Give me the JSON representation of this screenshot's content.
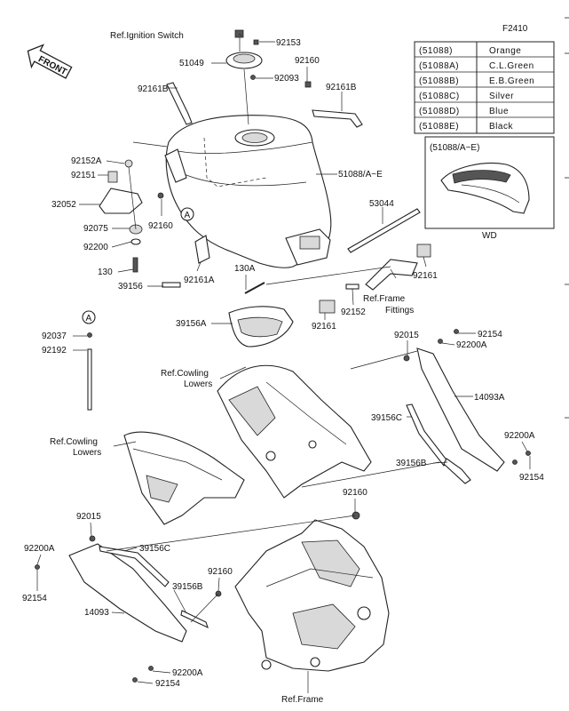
{
  "figure_code": "F2410",
  "front_label": "FRONT",
  "callouts": {
    "ref_ignition": "Ref.Ignition Switch",
    "p92153": "92153",
    "p51049": "51049",
    "p92160_top": "92160",
    "p92093": "92093",
    "p92161B_left": "92161B",
    "p92161B_right": "92161B",
    "p92152A": "92152A",
    "p92151": "92151",
    "p51088": "51088/A~E",
    "p32052": "32052",
    "p92160_mid": "92160",
    "marker_a_mid": "A",
    "p92075": "92075",
    "p92200": "92200",
    "p130": "130",
    "p53044": "53044",
    "p130A": "130A",
    "p39156": "39156",
    "p92161A": "92161A",
    "ref_frame_fittings_1": "Ref.Frame",
    "ref_frame_fittings_2": "Fittings",
    "p92161_right": "92161",
    "p92152": "92152",
    "p92161_center": "92161",
    "p39156A": "39156A",
    "marker_a_left": "A",
    "p92037": "92037",
    "p92192": "92192",
    "p92015_top": "92015",
    "p92154_top": "92154",
    "p92200A_top": "92200A",
    "ref_cowling_lowers_1a": "Ref.Cowling",
    "ref_cowling_lowers_1b": "Lowers",
    "p14093A": "14093A",
    "p39156C_right": "39156C",
    "p92200A_right": "92200A",
    "ref_cowling_lowers_2a": "Ref.Cowling",
    "ref_cowling_lowers_2b": "Lowers",
    "p39156B_right": "39156B",
    "p92154_right": "92154",
    "p92160_low": "92160",
    "p92015_left": "92015",
    "p92200A_left": "92200A",
    "p39156C_left": "39156C",
    "p92160_bottom": "92160",
    "p39156B_left": "39156B",
    "p92154_left": "92154",
    "p14093": "14093",
    "p92200A_bottom": "92200A",
    "p92154_bottom": "92154",
    "ref_frame": "Ref.Frame"
  },
  "color_table": [
    {
      "code": "(51088)",
      "color": "Orange"
    },
    {
      "code": "(51088A)",
      "color": "C.L.Green"
    },
    {
      "code": "(51088B)",
      "color": "E.B.Green"
    },
    {
      "code": "(51088C)",
      "color": "Silver"
    },
    {
      "code": "(51088D)",
      "color": "Blue"
    },
    {
      "code": "(51088E)",
      "color": "Black"
    }
  ],
  "inset": {
    "title": "(51088/A~E)",
    "caption": "WD"
  }
}
